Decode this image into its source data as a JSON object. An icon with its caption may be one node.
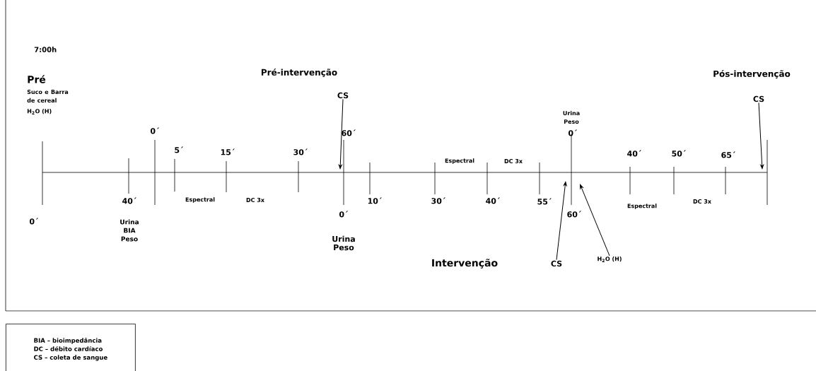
{
  "diagram": {
    "nodes": [
      {
        "text": [
          "CS"
        ]
      },
      {
        "text": [
          "CS"
        ]
      },
      {
        "text": [
          "H$_{2}$O (H)"
        ]
      },
      {
        "text": [
          "CS"
        ]
      },
      {
        "text": [
          "BIA – bioimpedância",
          "DC – débito cardíaco",
          "CS – coleta de sangue"
        ]
      }
    ],
    "edges": [
      {
        "from": 0,
        "to": null,
        "arrow": "to"
      },
      {
        "from": 1,
        "to": null,
        "arrow": "to"
      },
      {
        "from": 2,
        "to": null,
        "arrow": "to"
      },
      {
        "from": 3,
        "to": null,
        "arrow": "to"
      }
    ],
    "labels": [
      "7:00h",
      "Pré",
      "Pré-intervenção",
      "Pós-intervenção",
      "Suco e Barra de cereal",
      "H$_{2}$O (H)",
      "Urina Peso",
      "0´",
      "60´",
      "0´",
      "5´",
      "15´",
      "30´",
      "40´",
      "50´",
      "65´",
      "Espectral",
      "DC 3x",
      "40´",
      "Espectral",
      "DC 3x",
      "10´",
      "30´",
      "40´",
      "55´",
      "Espectral",
      "DC 3x",
      "0´",
      "Urina BIA Peso",
      "0´",
      "Urina Peso",
      "60´",
      "Intervenção"
    ]
  }
}
